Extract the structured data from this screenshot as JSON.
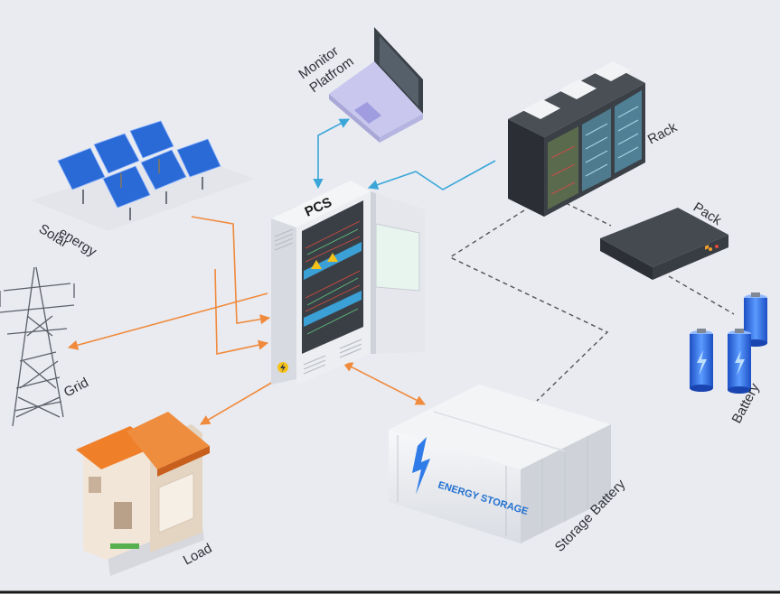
{
  "labels": {
    "monitor": [
      "Monitor",
      "Platfrom"
    ],
    "rack": "Rack",
    "pack": "Pack",
    "solar": [
      "Solar",
      "energy"
    ],
    "grid": "Grid",
    "load": "Load",
    "battery": "Battery",
    "storage_battery": "Storage Battery",
    "pcs": "PCS",
    "energy_storage": "ENERGY STORAGE"
  },
  "colors": {
    "background": "#e9ebf1",
    "power_flow": "#f08a3c",
    "data_flow": "#3aa6d8",
    "battery_link": "#555555",
    "cabinet": "#e8eaee",
    "battery_blue": "#2f6fe0",
    "roof": "#f07f2a"
  },
  "icons": [
    "laptop-icon",
    "server-rack-icon",
    "battery-pack-icon",
    "solar-panel-icon",
    "transmission-tower-icon",
    "house-icon",
    "battery-cell-icon",
    "container-icon",
    "lightning-icon",
    "warning-icon"
  ]
}
